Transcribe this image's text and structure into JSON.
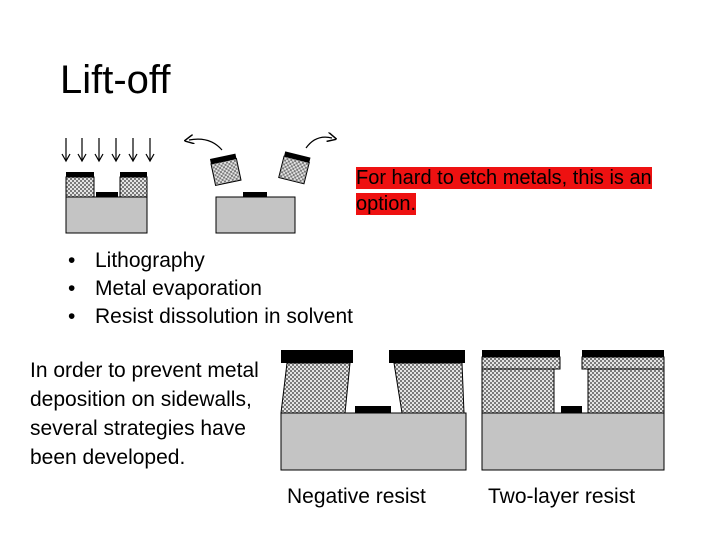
{
  "slide": {
    "title": "Lift-off",
    "note": "For hard to etch metals, this is an option.",
    "bullets": [
      "Lithography",
      "Metal evaporation",
      "Resist dissolution in solvent"
    ],
    "paragraph": "In order to prevent metal deposition on sidewalls, several strategies have been developed.",
    "captions": {
      "negative": "Negative resist",
      "two_layer": "Two-layer resist"
    }
  },
  "colors": {
    "substrate": "#c4c4c4",
    "metal": "#000000",
    "note_highlight": "#ee1111"
  }
}
